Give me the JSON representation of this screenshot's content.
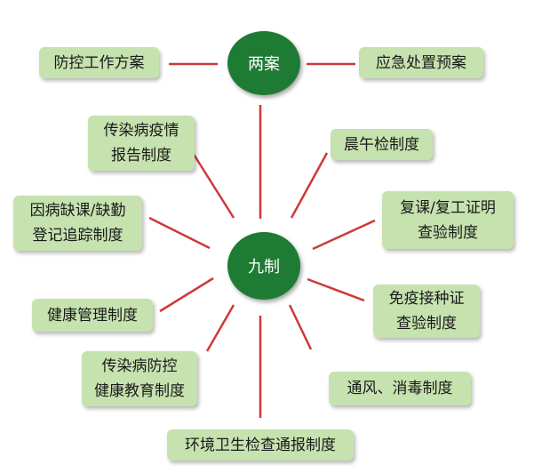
{
  "colors": {
    "hub_fill": "#1e7b34",
    "box_fill": "#c6e2af",
    "connector": "#cc3a3a"
  },
  "hubs": {
    "top": "两案",
    "center": "九制"
  },
  "plans": [
    {
      "lines": [
        "防控工作方案"
      ]
    },
    {
      "lines": [
        "应急处置预案"
      ]
    }
  ],
  "systems": [
    {
      "lines": [
        "传染病疫情",
        "报告制度"
      ]
    },
    {
      "lines": [
        "晨午检制度"
      ]
    },
    {
      "lines": [
        "因病缺课/缺勤",
        "登记追踪制度"
      ]
    },
    {
      "lines": [
        "复课/复工证明",
        "查验制度"
      ]
    },
    {
      "lines": [
        "健康管理制度"
      ]
    },
    {
      "lines": [
        "免疫接种证",
        "查验制度"
      ]
    },
    {
      "lines": [
        "传染病防控",
        "健康教育制度"
      ]
    },
    {
      "lines": [
        "通风、消毒制度"
      ]
    },
    {
      "lines": [
        "环境卫生检查通报制度"
      ]
    }
  ]
}
